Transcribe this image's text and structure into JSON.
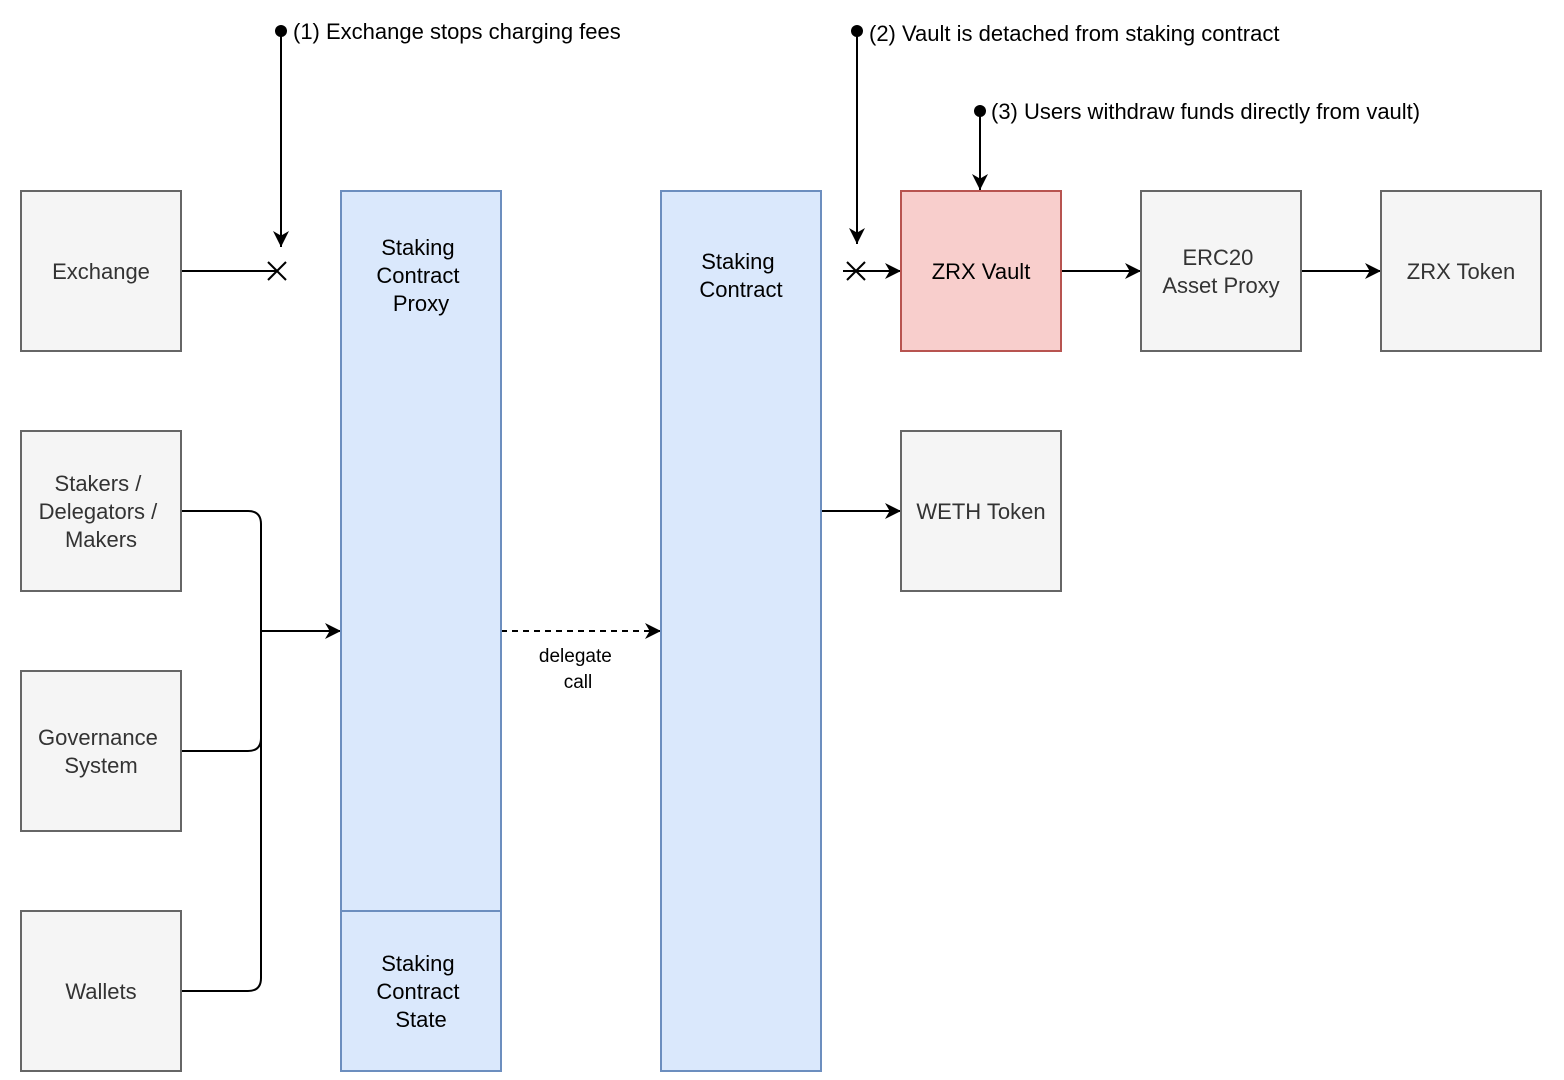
{
  "colors": {
    "gray_fill": "#f5f5f5",
    "gray_stroke": "#666666",
    "blue_fill": "#dae8fc",
    "blue_stroke": "#6c8ebf",
    "red_fill": "#f8cecc",
    "red_stroke": "#b85450",
    "line": "#000000"
  },
  "nodes": {
    "exchange": {
      "label": [
        "Exchange"
      ]
    },
    "stakers": {
      "label": [
        "Stakers /",
        "Delegators /",
        "Makers"
      ]
    },
    "governance": {
      "label": [
        "Governance",
        "System"
      ]
    },
    "wallets": {
      "label": [
        "Wallets"
      ]
    },
    "proxy": {
      "label": [
        "Staking",
        "Contract",
        "Proxy"
      ]
    },
    "state": {
      "label": [
        "Staking",
        "Contract",
        "State"
      ]
    },
    "staking": {
      "label": [
        "Staking",
        "Contract"
      ]
    },
    "vault": {
      "label": [
        "ZRX Vault"
      ]
    },
    "erc20": {
      "label": [
        "ERC20",
        "Asset Proxy"
      ]
    },
    "zrx": {
      "label": [
        "ZRX Token"
      ]
    },
    "weth": {
      "label": [
        "WETH Token"
      ]
    }
  },
  "edge_labels": {
    "delegate": [
      "delegate",
      "call"
    ]
  },
  "notes": {
    "n1": "(1) Exchange stops charging fees",
    "n2": "(2) Vault is detached from staking contract",
    "n3": "(3) Users withdraw funds directly from vault)"
  }
}
